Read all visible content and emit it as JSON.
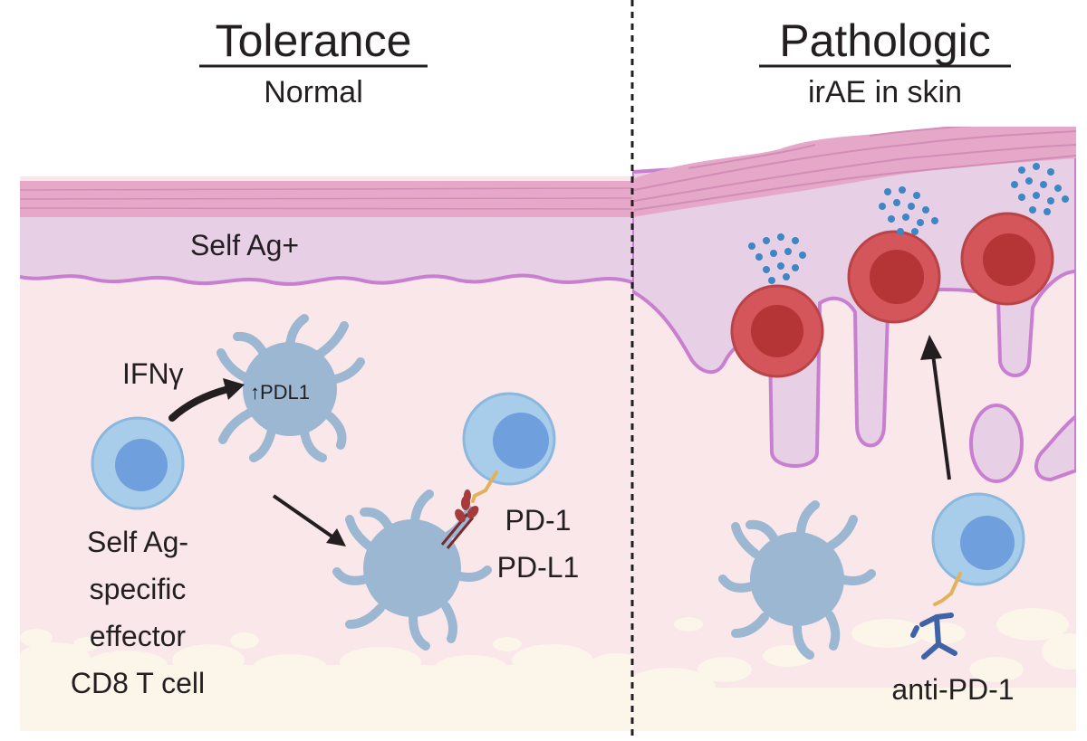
{
  "left_panel": {
    "title": "Tolerance",
    "subtitle": "Normal",
    "epidermis_label": "Self Ag+",
    "cytokine_label": "IFNγ",
    "dc_marker_label": "↑PDL1",
    "receptor_label": "PD-1",
    "ligand_label": "PD-L1",
    "tcell_label_lines": [
      "Self Ag-",
      "specific",
      "effector",
      "CD8 T cell"
    ]
  },
  "right_panel": {
    "title": "Pathologic",
    "subtitle": "irAE in skin",
    "antibody_label": "anti-PD-1"
  },
  "colors": {
    "stratum_corneum": "#e6a8c9",
    "epidermis": "#e7cfe6",
    "basement_membrane": "#c87fd0",
    "dermis": "#f9e7ea",
    "subcutis": "#fbf5ea",
    "t_cell_outer": "#a8cdea",
    "t_cell_nucleus": "#6f9fdc",
    "dendritic_cell": "#9cb7d2",
    "keratinocyte_dying": "#d4555a",
    "keratinocyte_nucleus": "#b53537",
    "pd1_receptor": "#e2b25a",
    "pdl1_ligand": "#a63a3c",
    "antibody": "#3e63a6",
    "dots": "#3f87c4"
  }
}
